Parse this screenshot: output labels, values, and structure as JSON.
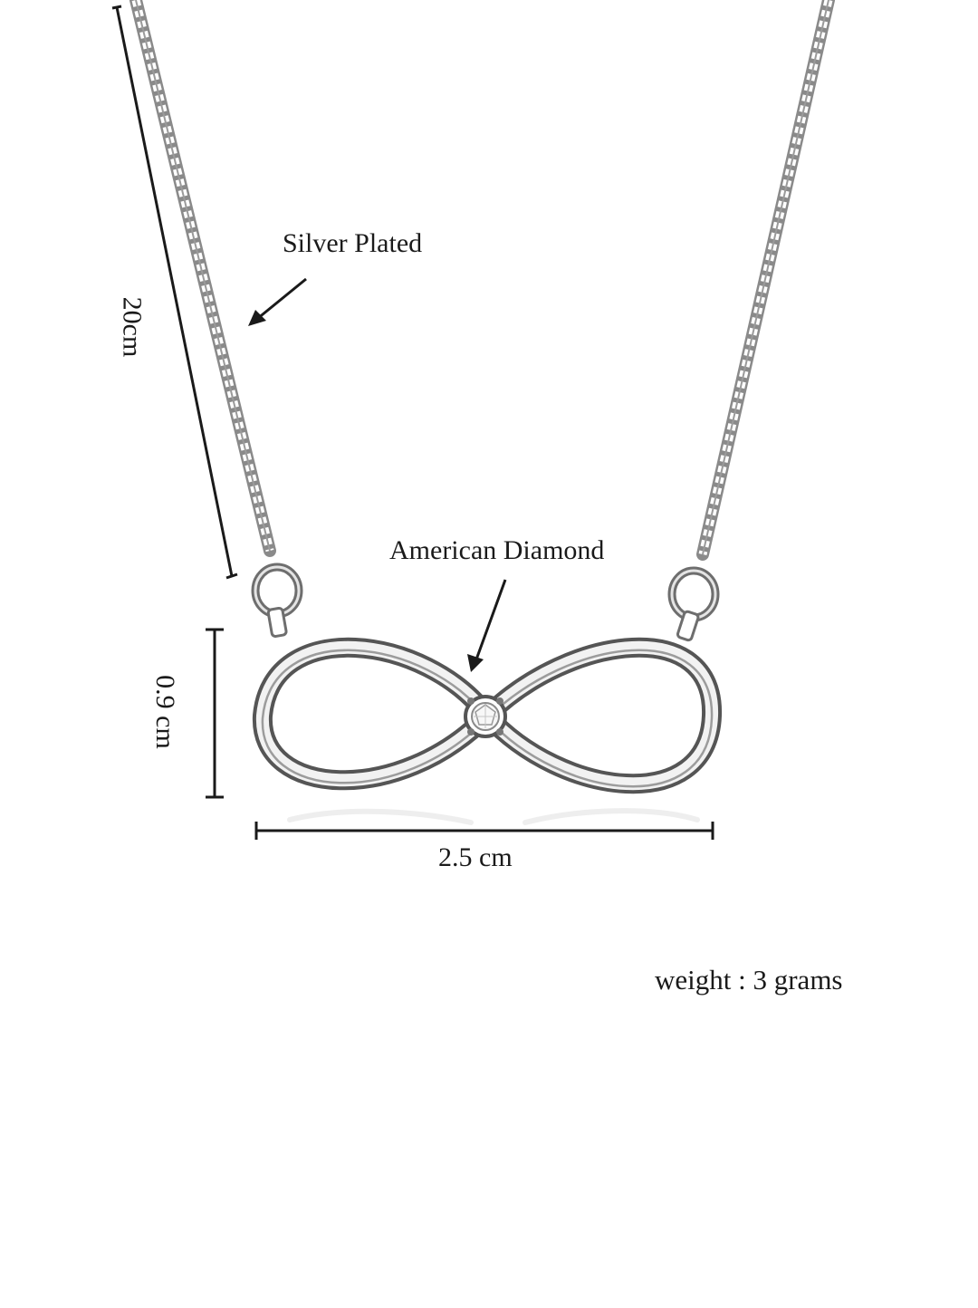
{
  "annotations": {
    "material": "Silver Plated",
    "stone": "American Diamond",
    "chain_length": "20cm",
    "pendant_height": "0.9 cm",
    "pendant_width": "2.5 cm",
    "weight": "weight : 3 grams"
  },
  "colors": {
    "background": "#ffffff",
    "metal": "#6e6e6e",
    "metal_light": "#e4e4e4",
    "ink": "#1a1a1a"
  }
}
